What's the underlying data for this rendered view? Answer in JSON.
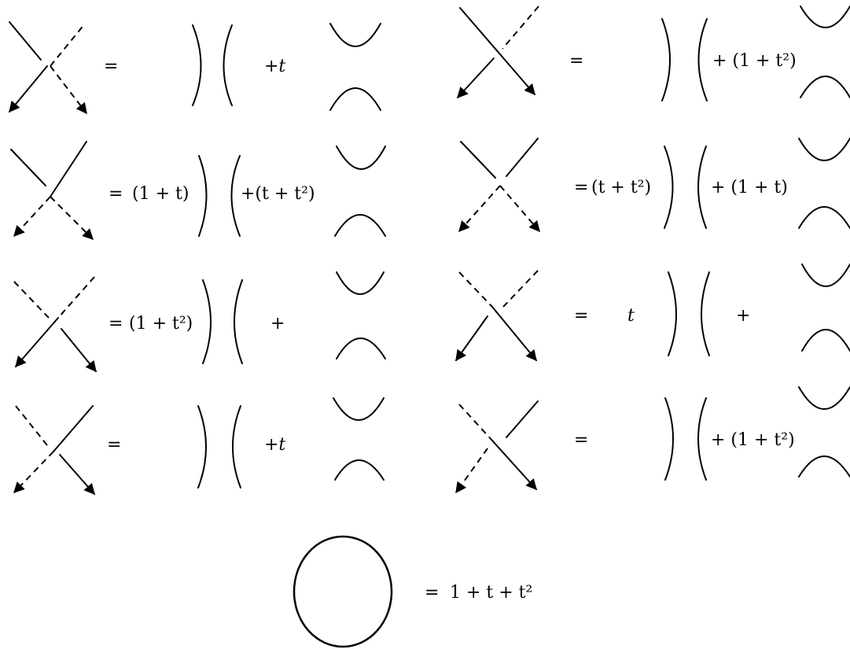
{
  "relations": [
    {
      "id": "r1",
      "lhs": "=",
      "a": "",
      "b": "+t"
    },
    {
      "id": "r2",
      "lhs": "=",
      "a": "",
      "b": "+ (1 + t²)"
    },
    {
      "id": "r3",
      "lhs": "=",
      "a": "(1 + t)",
      "b": "+(t + t²)"
    },
    {
      "id": "r4",
      "lhs": "=",
      "a": "(t + t²)",
      "b": "+ (1 + t)"
    },
    {
      "id": "r5",
      "lhs": "=",
      "a": "(1 + t²)",
      "b": "+"
    },
    {
      "id": "r6",
      "lhs": "=",
      "a": "t",
      "b": "+"
    },
    {
      "id": "r7",
      "lhs": "=",
      "a": "",
      "b": "+t"
    },
    {
      "id": "r8",
      "lhs": "=",
      "a": "",
      "b": "+ (1 + t²)"
    }
  ],
  "loop": {
    "eq": "=",
    "value": "1 + t + t²"
  }
}
